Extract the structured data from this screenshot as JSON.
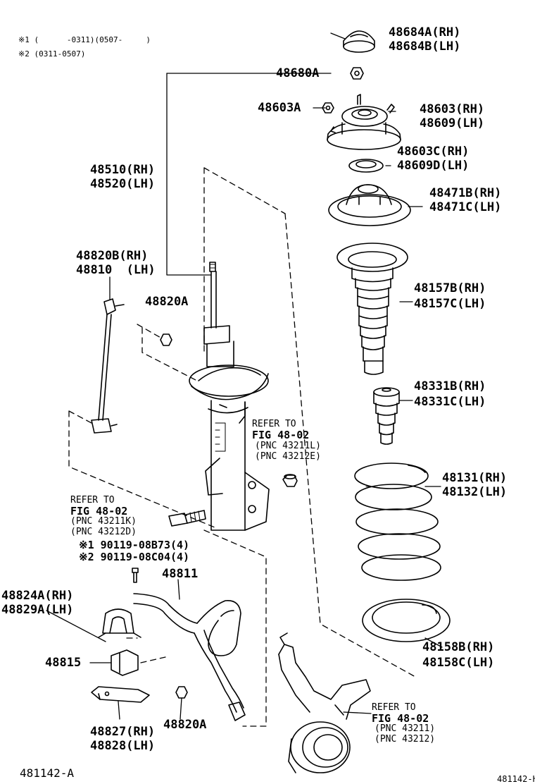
{
  "notes": {
    "n1": "※1 (      -0311)(0507-     )",
    "n2": "※2 (0311-0507)"
  },
  "parts": {
    "p48684": [
      "48684A(RH)",
      "48684B(LH)"
    ],
    "p48680": "48680A",
    "p48603a": "48603A",
    "p48603": [
      "48603(RH)",
      "48609(LH)"
    ],
    "p48603c": [
      "48603C(RH)",
      "48609D(LH)"
    ],
    "p48510": [
      "48510(RH)",
      "48520(LH)"
    ],
    "p48471": [
      "48471B(RH)",
      "48471C(LH)"
    ],
    "p48820b": [
      "48820B(RH)",
      "48810  (LH)"
    ],
    "p48820a_top": "48820A",
    "p48157": [
      "48157B(RH)",
      "48157C(LH)"
    ],
    "p48331": [
      "48331B(RH)",
      "48331C(LH)"
    ],
    "ref_right": [
      "REFER TO",
      "FIG 48-02",
      "(PNC 43211L)",
      "(PNC 43212E)"
    ],
    "p48131": [
      "48131(RH)",
      "48132(LH)"
    ],
    "ref_left": [
      "REFER TO",
      "FIG 48-02",
      "(PNC 43211K)",
      "(PNC 43212D)"
    ],
    "bolts": [
      "※1 90119-08B73(4)",
      "※2 90119-08C04(4)"
    ],
    "p48811": "48811",
    "p48824": [
      "48824A(RH)",
      "48829A(LH)"
    ],
    "p48158": [
      "48158B(RH)",
      "48158C(LH)"
    ],
    "p48815": "48815",
    "ref_knuckle": [
      "REFER TO",
      "FIG 48-02",
      "(PNC 43211)",
      "(PNC 43212)"
    ],
    "p48827": [
      "48827(RH)",
      "48828(LH)"
    ],
    "p48820a_bot": "48820A",
    "fig_id": "481142-A",
    "fig_id_small": "481142-H"
  }
}
